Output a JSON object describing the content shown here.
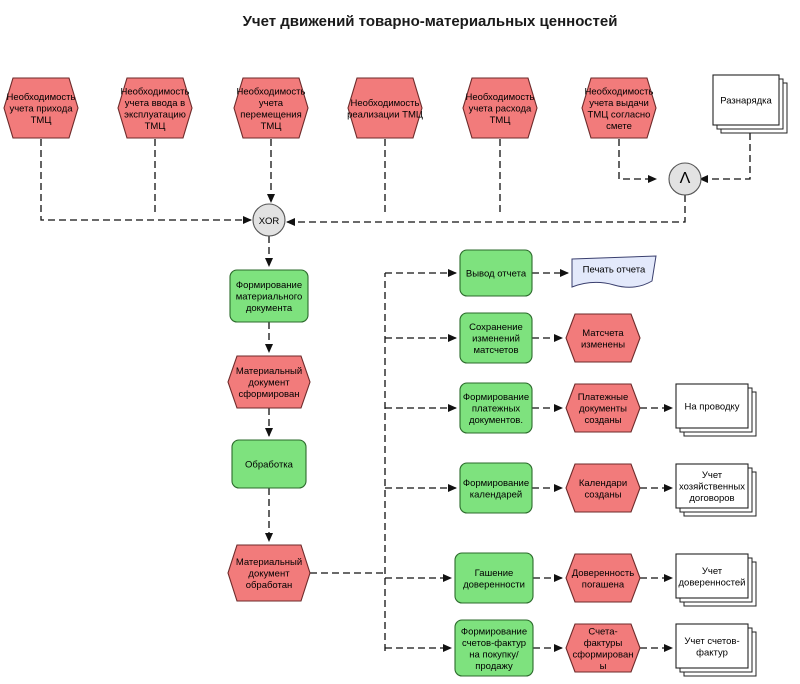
{
  "title": "Учет движений товарно-материальных ценностей",
  "top_events": [
    [
      "Необходимость",
      "учета прихода",
      "ТМЦ"
    ],
    [
      "Необходимость",
      "учета ввода в",
      "эксплуатацию",
      "ТМЦ"
    ],
    [
      "Необходимость",
      "учета",
      "перемещения",
      "ТМЦ"
    ],
    [
      "Необходимость",
      "реализации ТМЦ"
    ],
    [
      "Необходимость",
      "учета расхода",
      "ТМЦ"
    ],
    [
      "Необходимость",
      "учета выдачи",
      "ТМЦ согласно",
      "смете"
    ]
  ],
  "raznaryadka": [
    "Разнарядка"
  ],
  "connectors": {
    "xor": "XOR",
    "and": "Λ"
  },
  "main_chain": {
    "f1": [
      "Формирование",
      "материального",
      "документа"
    ],
    "e1": [
      "Материальный",
      "документ",
      "сформирован"
    ],
    "f2": [
      "Обработка"
    ],
    "e2": [
      "Материальный",
      "документ",
      "обработан"
    ]
  },
  "branches": [
    {
      "func": [
        "Вывод отчета"
      ],
      "output": [
        "Печать отчета"
      ]
    },
    {
      "func": [
        "Сохранение",
        "изменений",
        "матсчетов"
      ],
      "event": [
        "Матсчета",
        "изменены"
      ]
    },
    {
      "func": [
        "Формирование",
        "платежных",
        "документов."
      ],
      "event": [
        "Платежные",
        "документы",
        "созданы"
      ],
      "doc": [
        "На проводку"
      ]
    },
    {
      "func": [
        "Формирование",
        "календарей"
      ],
      "event": [
        "Календари",
        "созданы"
      ],
      "doc": [
        "Учет",
        "хозяйственных",
        "договоров"
      ]
    },
    {
      "func": [
        "Гашение",
        "доверенности"
      ],
      "event": [
        "Доверенность",
        "погашена"
      ],
      "doc": [
        "Учет",
        "доверенностей"
      ]
    },
    {
      "func": [
        "Формирование",
        "счетов-фактур",
        "на покупку/",
        "продажу"
      ],
      "event": [
        "Счета-",
        "фактуры",
        "сформирован",
        "ы"
      ],
      "doc": [
        "Учет счетов-",
        "фактур"
      ]
    }
  ]
}
